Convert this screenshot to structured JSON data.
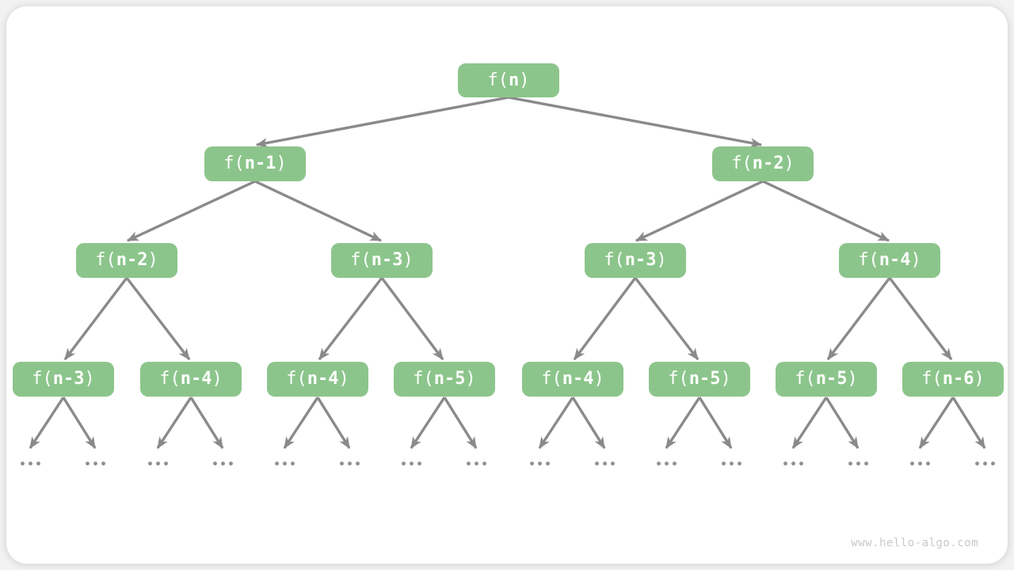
{
  "colors": {
    "page_bg": "#f1f2f1",
    "card_bg": "#ffffff",
    "node_fill": "#8cc58b",
    "node_text": "#ffffff",
    "edge": "#8a8a8a",
    "dot": "#8e8e8e",
    "watermark": "#c9c9c9"
  },
  "watermark": {
    "text": "www.hello-algo.com"
  },
  "tree": {
    "description": "recursion tree of f(n) = f(n-1) + f(n-2)",
    "leaf_ellipsis": "...",
    "leaf_ellipsis_count": 16,
    "nodes": [
      {
        "open": "f(",
        "arg": "n",
        "close": ")"
      },
      {
        "open": "f(",
        "arg": "n-1",
        "close": ")"
      },
      {
        "open": "f(",
        "arg": "n-2",
        "close": ")"
      },
      {
        "open": "f(",
        "arg": "n-2",
        "close": ")"
      },
      {
        "open": "f(",
        "arg": "n-3",
        "close": ")"
      },
      {
        "open": "f(",
        "arg": "n-3",
        "close": ")"
      },
      {
        "open": "f(",
        "arg": "n-4",
        "close": ")"
      },
      {
        "open": "f(",
        "arg": "n-3",
        "close": ")"
      },
      {
        "open": "f(",
        "arg": "n-4",
        "close": ")"
      },
      {
        "open": "f(",
        "arg": "n-4",
        "close": ")"
      },
      {
        "open": "f(",
        "arg": "n-5",
        "close": ")"
      },
      {
        "open": "f(",
        "arg": "n-4",
        "close": ")"
      },
      {
        "open": "f(",
        "arg": "n-5",
        "close": ")"
      },
      {
        "open": "f(",
        "arg": "n-5",
        "close": ")"
      },
      {
        "open": "f(",
        "arg": "n-6",
        "close": ")"
      }
    ]
  }
}
